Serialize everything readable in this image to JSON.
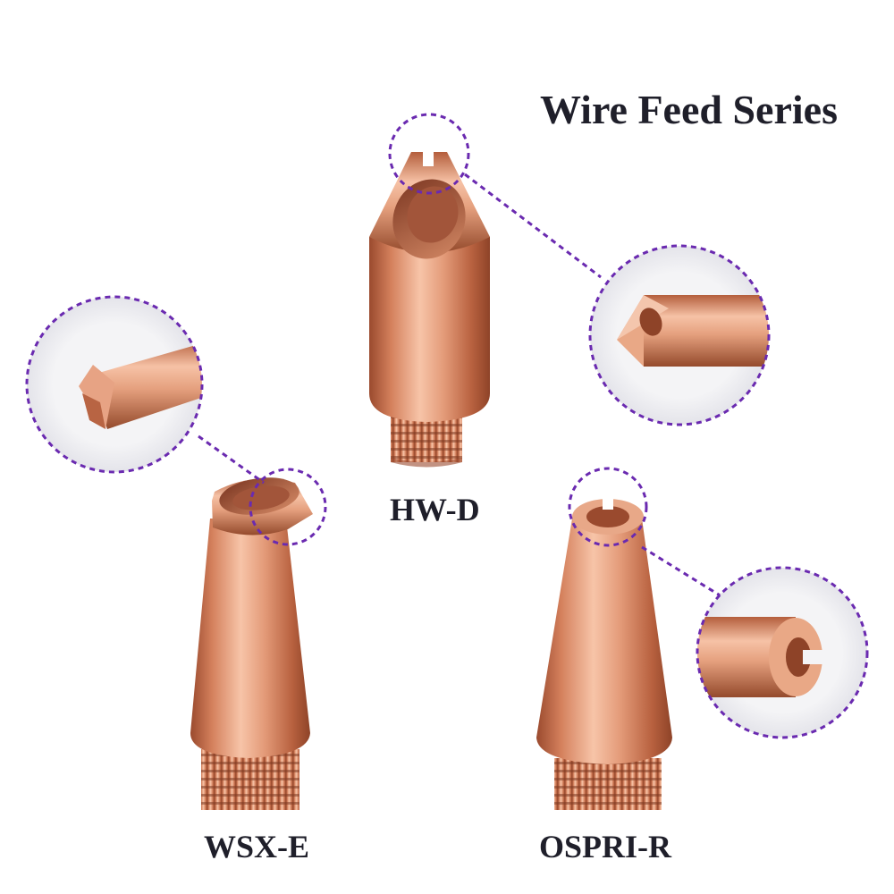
{
  "title": "Wire Feed Series",
  "products": [
    {
      "model": "HW-D"
    },
    {
      "model": "WSX-E"
    },
    {
      "model": "OSPRI-R"
    }
  ],
  "colors": {
    "accent": "#6a2ab0",
    "copper": "#d98a66",
    "text": "#1f1f2a"
  }
}
